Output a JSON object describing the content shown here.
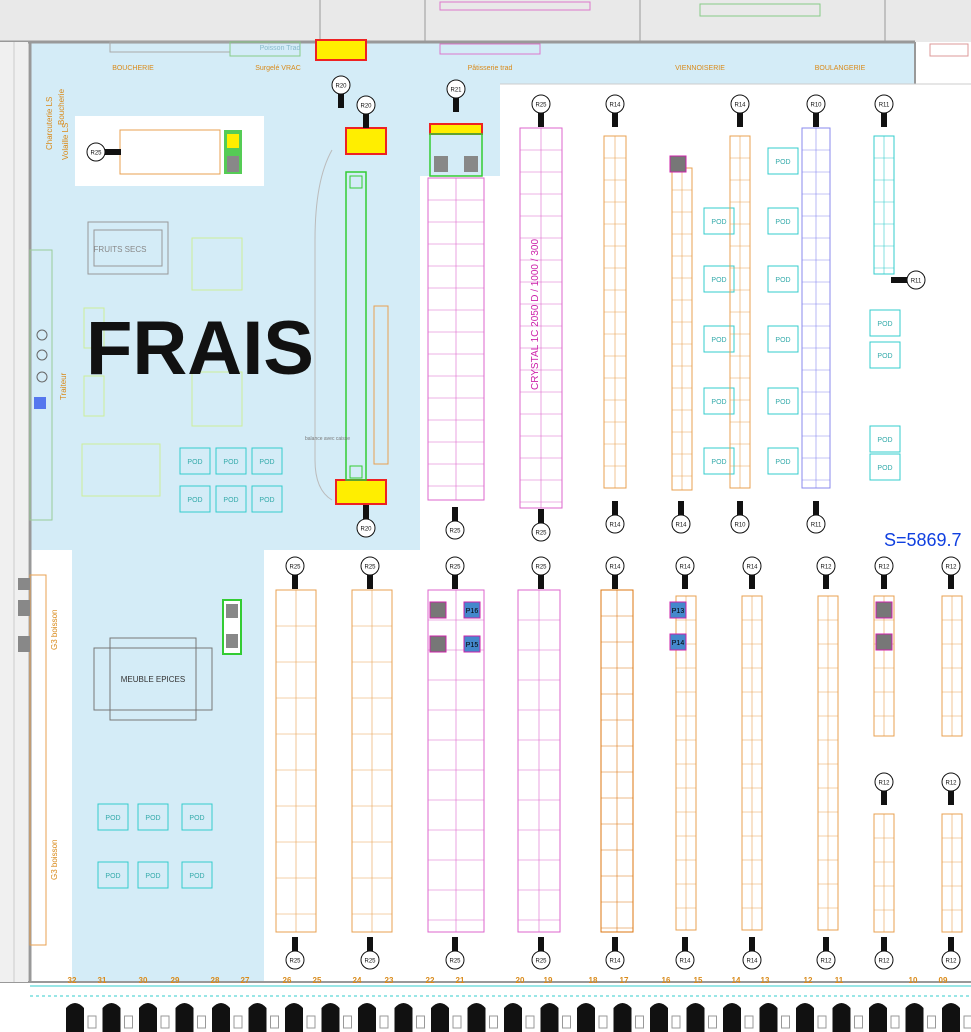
{
  "colors": {
    "fresh_zone": "#d4ecf7",
    "wall": "#999999",
    "pink": "#dd66cc",
    "orange": "#e8a050",
    "orange_text": "#d98a1a",
    "cyan": "#33cccc",
    "green": "#33cc33",
    "yellow": "#ffee00",
    "red": "#ee2222",
    "blue_text": "#1040e0",
    "magenta": "#cc22aa",
    "purple": "#8844ee",
    "dark_orange": "#dd7711"
  },
  "title": "FRAIS",
  "surface": "S=5869.7",
  "departments": [
    "BOUCHERIE",
    "Surgelé VRAC",
    "Pâtisserie trad",
    "VIENNOISERIE",
    "BOULANGERIE",
    "Poisson Trad"
  ],
  "vertical_labels": [
    "Boucherie",
    "Charcuterie LS",
    "Volaille LS",
    "Traiteur",
    "G3 boisson",
    "G3 boisson"
  ],
  "fixtures": {
    "fruits_secs": "FRUITS SECS",
    "meuble_epices": "MEUBLE EPICES",
    "pod": "POD",
    "crystal": "CRYSTAL 1C 2050 D / 1000 / 300",
    "balance": "balance avec caisse"
  },
  "top_row_tags": [
    "R20",
    "R20",
    "R21",
    "R25",
    "R14",
    "R14",
    "R10",
    "R11"
  ],
  "top_row_bottom_tags": [
    "R20",
    "R25",
    "R25",
    "R14",
    "R14",
    "R10",
    "R11"
  ],
  "side_tags": [
    "R25",
    "R11"
  ],
  "bottom_row_top_tags": [
    "R25",
    "R25",
    "R25",
    "R25",
    "R14",
    "R14",
    "R14",
    "R12",
    "R12",
    "R12"
  ],
  "bottom_row_bottom_tags": [
    "R25",
    "R25",
    "R25",
    "R25",
    "R14",
    "R14",
    "R14",
    "R12",
    "R12",
    "R12"
  ],
  "mid_tags": [
    "R12",
    "R12"
  ],
  "promo_tags": [
    "P13",
    "P14",
    "P15",
    "P16"
  ],
  "aisle_numbers": [
    "32",
    "31",
    "30",
    "29",
    "28",
    "27",
    "26",
    "25",
    "24",
    "23",
    "22",
    "21",
    "20",
    "19",
    "18",
    "17",
    "16",
    "15",
    "14",
    "13",
    "12",
    "11",
    "10",
    "09"
  ]
}
